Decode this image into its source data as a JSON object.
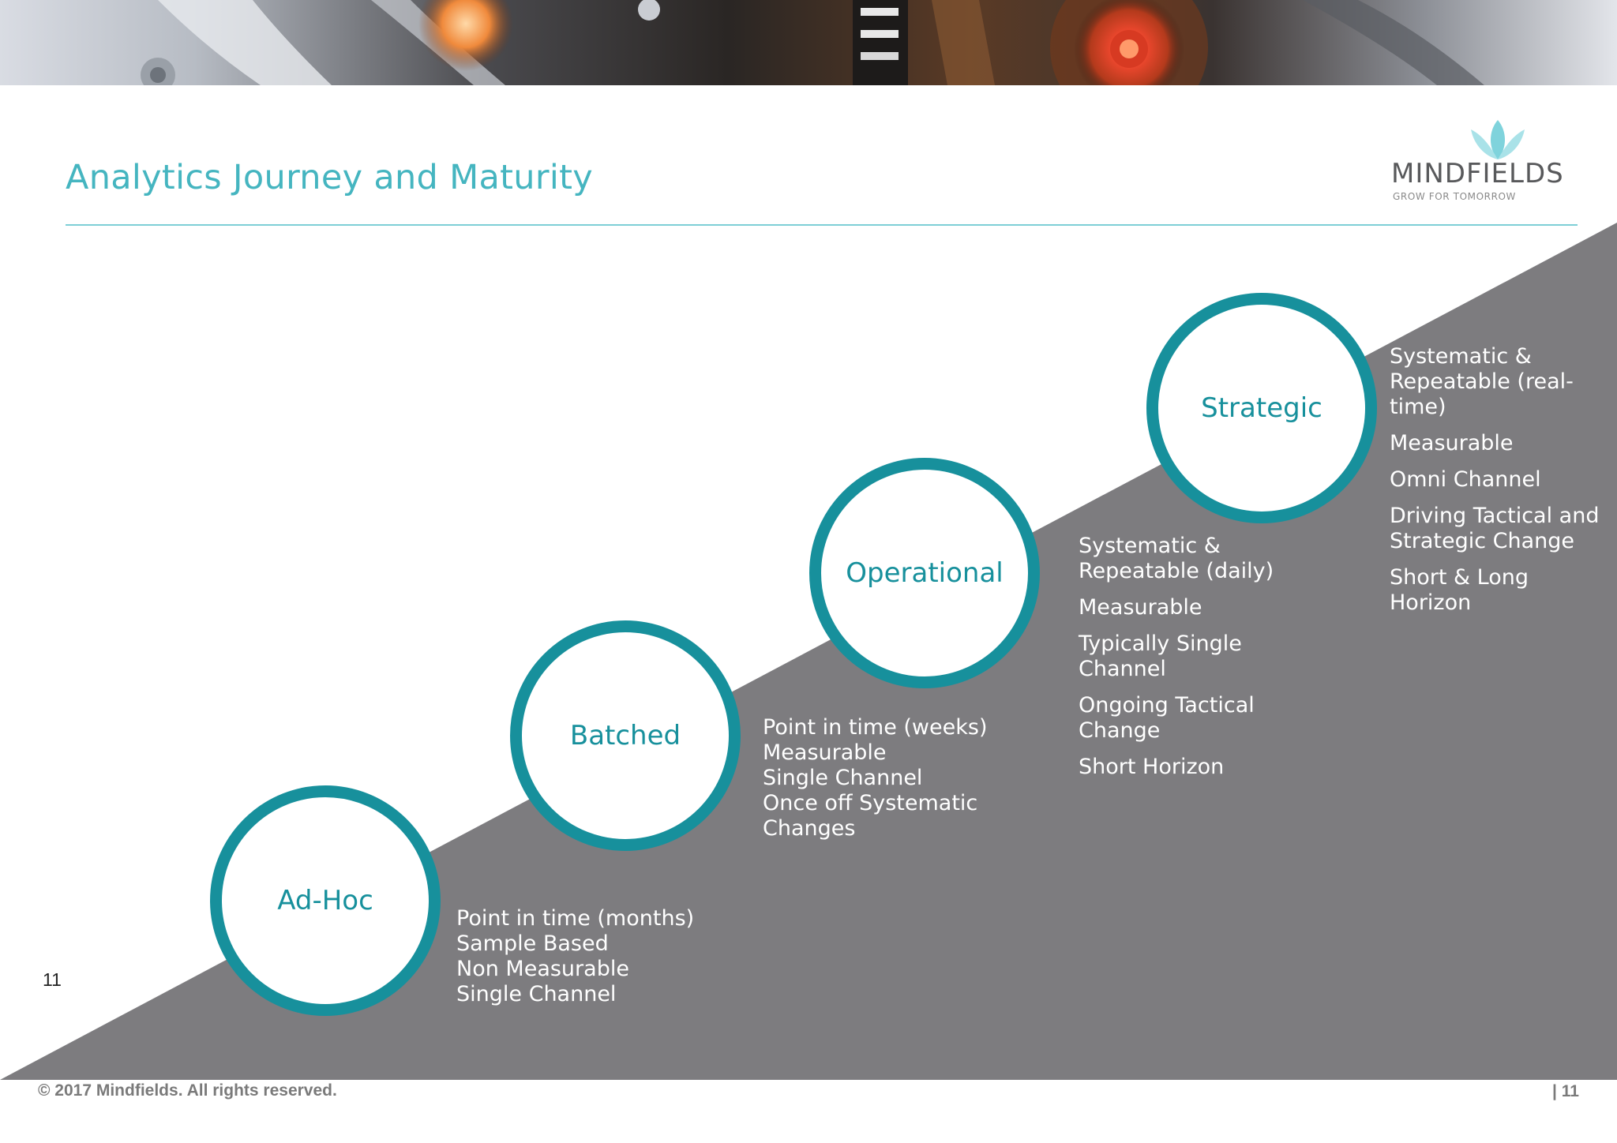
{
  "title": "Analytics Journey and Maturity",
  "logo": {
    "wordmark": "MINDFIELDS",
    "tagline": "GROW FOR TOMORROW"
  },
  "stages": [
    {
      "name": "Ad-Hoc",
      "items": [
        "Point in time (months)",
        "Sample Based",
        "Non Measurable",
        "Single Channel"
      ]
    },
    {
      "name": "Batched",
      "items": [
        "Point in time (weeks)",
        "Measurable",
        "Single Channel",
        "Once off Systematic Changes"
      ]
    },
    {
      "name": "Operational",
      "items": [
        "Systematic & Repeatable (daily)",
        "Measurable",
        "Typically Single Channel",
        "Ongoing Tactical Change",
        "Short Horizon"
      ]
    },
    {
      "name": "Strategic",
      "items": [
        "Systematic & Repeatable (real-time)",
        "Measurable",
        "Omni Channel",
        "Driving Tactical and Strategic Change",
        "Short & Long Horizon"
      ]
    }
  ],
  "page_number": "11",
  "footer": {
    "copyright": "© 2017  Mindfields. All rights reserved.",
    "page": "|  11"
  },
  "colors": {
    "teal": "#17909c",
    "title": "#45b5c0",
    "ramp": "#7d7c7f",
    "rule": "#7ecfd6"
  }
}
